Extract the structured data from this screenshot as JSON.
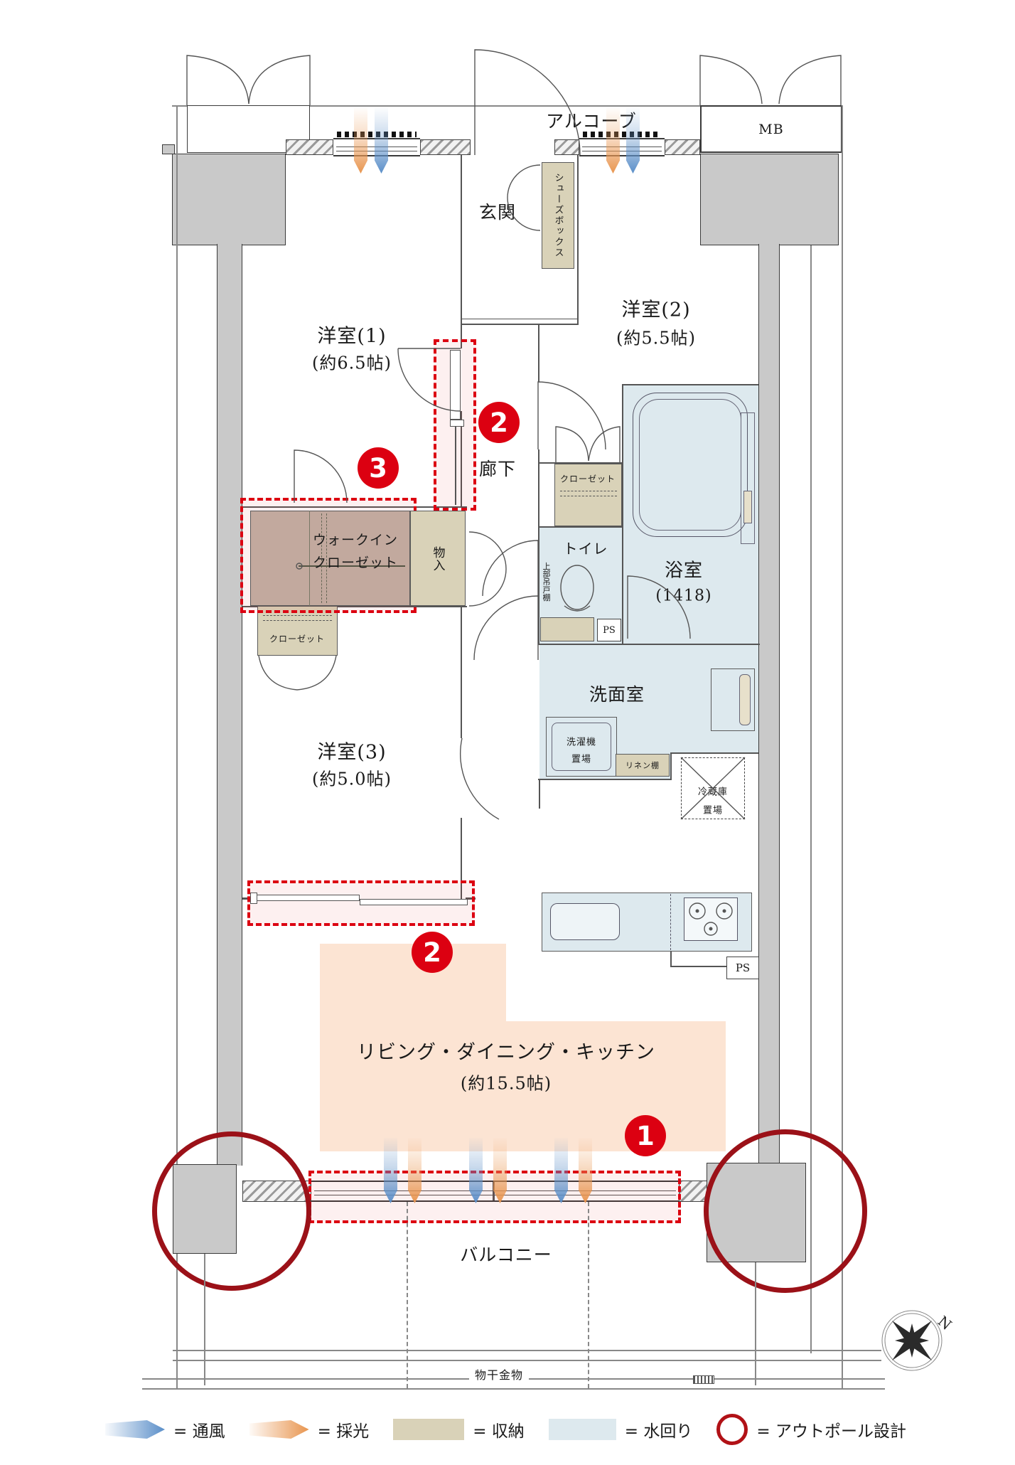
{
  "header": {
    "alcove": "アルコーブ",
    "mb": "MB"
  },
  "rooms": {
    "genkan": "玄関",
    "shoes_box": "シューズボックス",
    "w1_name": "洋室(1)",
    "w1_size": "(約6.5帖)",
    "w2_name": "洋室(2)",
    "w2_size": "(約5.5帖)",
    "w3_name": "洋室(3)",
    "w3_size": "(約5.0帖)",
    "corridor": "廊下",
    "wic_line1": "ウォークイン",
    "wic_line2": "クローゼット",
    "closet_w2": "クローゼット",
    "closet_w3": "クローゼット",
    "monoire": "物入",
    "toilet": "トイレ",
    "upper_shelf": "上部吊戸棚",
    "bath_name": "浴室",
    "bath_size": "(1418)",
    "washroom": "洗面室",
    "laundry_line1": "洗濯機",
    "laundry_line2": "置場",
    "linen": "リネン棚",
    "fridge_line1": "冷蔵庫",
    "fridge_line2": "置場",
    "ldk_name": "リビング・ダイニング・キッチン",
    "ldk_size": "(約15.5帖)",
    "balcony": "バルコニー",
    "laundry_hw": "物干金物",
    "ps_a": "PS",
    "ps_b": "PS"
  },
  "badges": {
    "b1": "1",
    "b2": "2",
    "b2b": "2",
    "b3": "3"
  },
  "legend": {
    "wind": "= 通風",
    "daylight": "= 採光",
    "storage": "= 収納",
    "water": "= 水回り",
    "outpole": "= アウトポール設計"
  },
  "compass": {
    "north": "N"
  },
  "colors": {
    "accent_red": "#dc0011",
    "outpole_red": "#9b1118",
    "storage_beige": "#d9d2b8",
    "water_blue": "#dde9ee",
    "ldk_peach": "#fce4d3",
    "wic_brown": "#c2a99e",
    "pillar_gray": "#c9c9c9",
    "arrow_blue": "#5b8fc9",
    "arrow_orange": "#e8954f"
  }
}
